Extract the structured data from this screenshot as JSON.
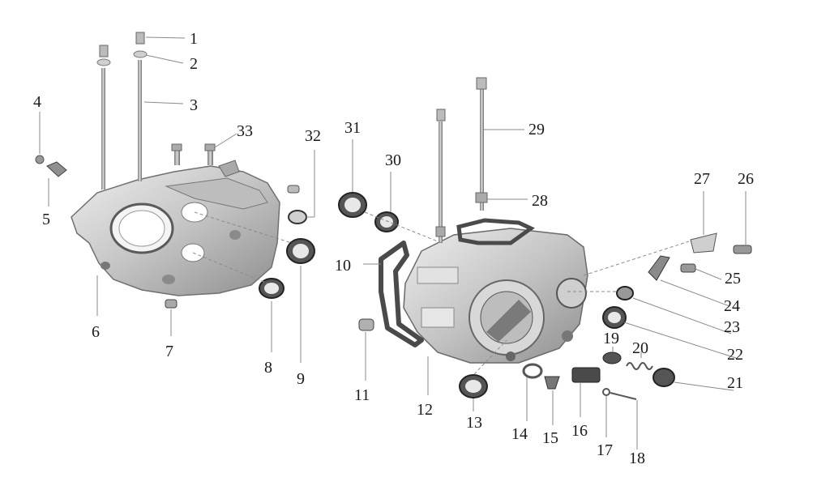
{
  "diagram": {
    "callouts": [
      "1",
      "2",
      "3",
      "4",
      "5",
      "6",
      "7",
      "8",
      "9",
      "10",
      "11",
      "12",
      "13",
      "14",
      "15",
      "16",
      "17",
      "18",
      "19",
      "20",
      "21",
      "22",
      "23",
      "24",
      "25",
      "26",
      "27",
      "28",
      "29",
      "30",
      "31",
      "32",
      "33"
    ]
  },
  "colors": {
    "metal_light": "#d9d9d9",
    "metal_mid": "#b4b4b4",
    "metal_dark": "#6e6e6e",
    "gasket": "#5a5a5a",
    "leader": "#8a8a8a",
    "label": "#1a1a1a"
  }
}
